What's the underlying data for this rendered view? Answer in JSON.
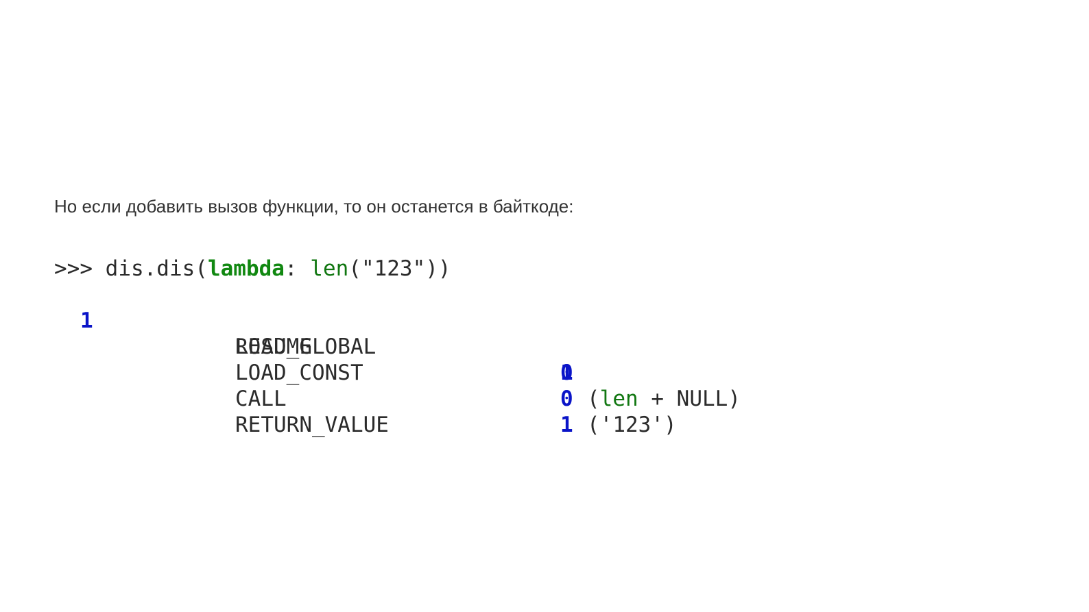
{
  "caption": "Но если добавить вызов функции, то он останется в байткоде:",
  "prompt": {
    "prefix": ">>> dis.dis(",
    "keyword": "lambda",
    "colon": ": ",
    "builtin": "len",
    "call_args": "(\"123\"))"
  },
  "disassembly": {
    "line_number": "1",
    "rows": [
      {
        "opname": "RESUME",
        "arg": "0",
        "argrepr_open": "",
        "argrepr_name": "",
        "argrepr_rest": ""
      },
      {
        "opname": "LOAD_GLOBAL",
        "arg": "1",
        "argrepr_open": "(",
        "argrepr_name": "len",
        "argrepr_rest": " + NULL)"
      },
      {
        "opname": "LOAD_CONST",
        "arg": "0",
        "argrepr_open": "('123')",
        "argrepr_name": "",
        "argrepr_rest": ""
      },
      {
        "opname": "CALL",
        "arg": "1",
        "argrepr_open": "",
        "argrepr_name": "",
        "argrepr_rest": ""
      },
      {
        "opname": "RETURN_VALUE",
        "arg": "",
        "argrepr_open": "",
        "argrepr_name": "",
        "argrepr_rest": ""
      }
    ]
  },
  "colors": {
    "keyword": "#118811",
    "builtin": "#117711",
    "number": "#0a14c8",
    "text": "#2b2b2b"
  }
}
